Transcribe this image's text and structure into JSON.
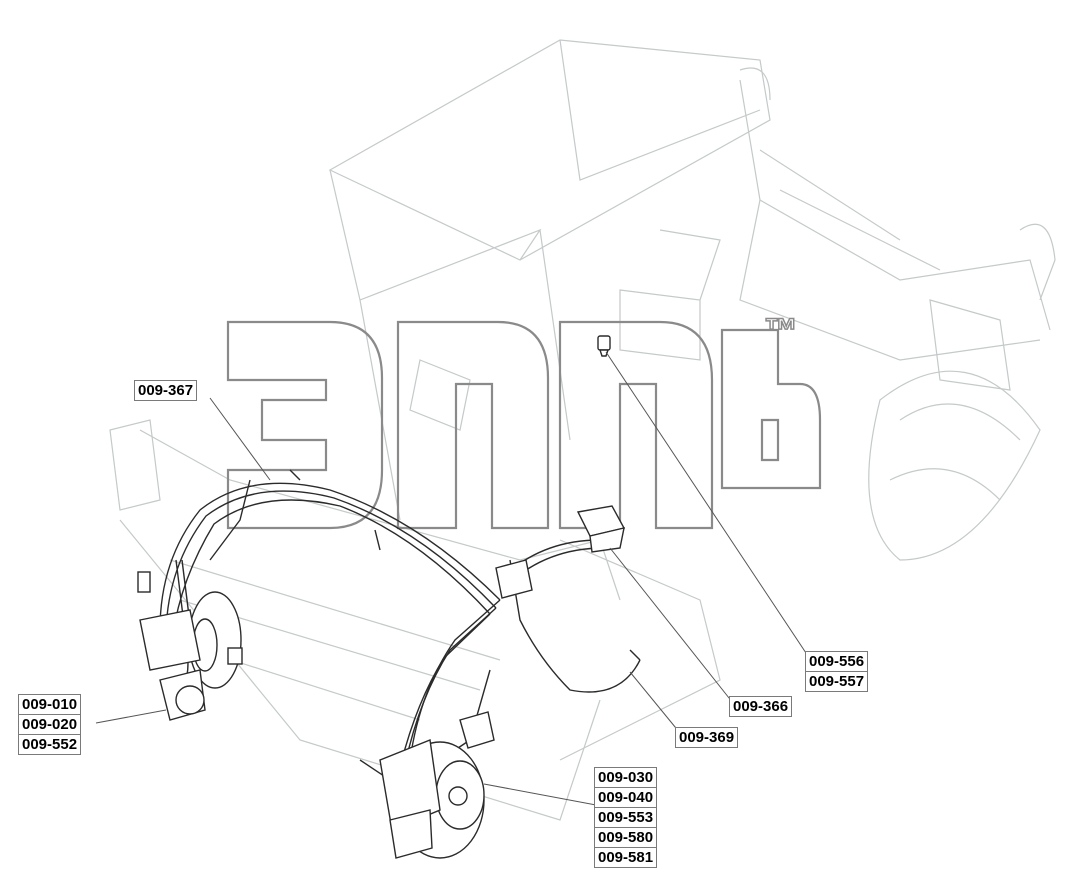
{
  "watermark": {
    "trademark": "™"
  },
  "callouts": {
    "c367": "009-367",
    "group_left": [
      "009-010",
      "009-020",
      "009-552"
    ],
    "group_bottom": [
      "009-030",
      "009-040",
      "009-553",
      "009-580",
      "009-581"
    ],
    "group_right": [
      "009-556",
      "009-557"
    ],
    "c366": "009-366",
    "c369": "009-369"
  },
  "colors": {
    "line": "#2b2b2b",
    "ghost": "#c4c9c9",
    "watermark_stroke": "#8a8a8a"
  },
  "icons": [
    "brake-caliper-icon",
    "brake-disc-icon",
    "valve-block-icon",
    "pressure-sensor-icon"
  ]
}
